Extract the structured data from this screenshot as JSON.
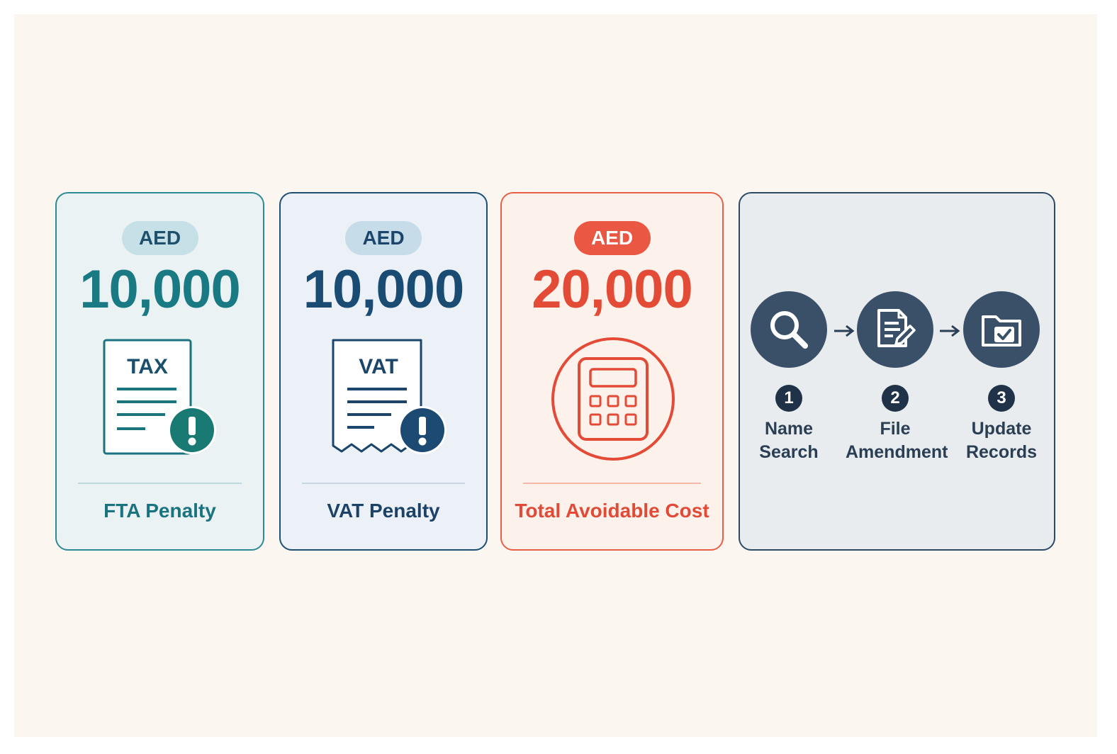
{
  "cards": [
    {
      "currency": "AED",
      "amount": "10,000",
      "icon": "tax-document-alert-icon",
      "doc_label": "TAX",
      "caption": "FTA Penalty"
    },
    {
      "currency": "AED",
      "amount": "10,000",
      "icon": "vat-receipt-alert-icon",
      "doc_label": "VAT",
      "caption": "VAT Penalty"
    },
    {
      "currency": "AED",
      "amount": "20,000",
      "icon": "calculator-icon",
      "caption": "Total Avoidable Cost"
    }
  ],
  "steps": [
    {
      "number": "1",
      "line1": "Name",
      "line2": "Search",
      "icon": "search-icon"
    },
    {
      "number": "2",
      "line1": "File",
      "line2": "Amendment",
      "icon": "document-edit-icon"
    },
    {
      "number": "3",
      "line1": "Update",
      "line2": "Records",
      "icon": "folder-check-icon"
    }
  ],
  "colors": {
    "teal": "#1a7a84",
    "navy": "#1a4b73",
    "red": "#e34b36",
    "slate": "#3a5068",
    "background": "#fcf6f1"
  }
}
